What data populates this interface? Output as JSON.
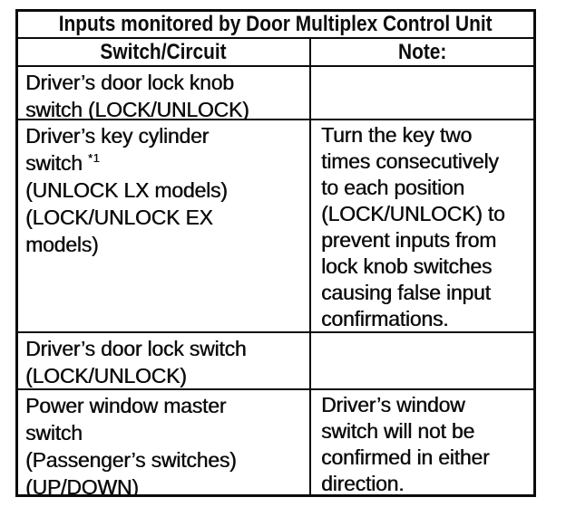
{
  "table": {
    "title": "Inputs monitored by Door Multiplex Control Unit",
    "columns": {
      "switch": "Switch/Circuit",
      "note": "Note:"
    },
    "rows": [
      {
        "switch": "Driver’s door lock knob\nswitch (LOCK/UNLOCK)",
        "note": ""
      },
      {
        "switch_before": "Driver’s key cylinder\nswitch ",
        "switch_sup": "*1",
        "switch_after": "\n(UNLOCK LX models)\n(LOCK/UNLOCK EX\nmodels)",
        "note": "Turn the key two\ntimes consecutively\nto each position\n(LOCK/UNLOCK) to\nprevent inputs from\nlock knob switches\ncausing false input\nconfirmations."
      },
      {
        "switch": "Driver’s door lock switch\n(LOCK/UNLOCK)",
        "note": ""
      },
      {
        "switch": "Power window master\nswitch\n(Passenger’s switches)\n(UP/DOWN)",
        "note": "Driver’s window\nswitch will not be\nconfirmed in either\ndirection."
      }
    ]
  },
  "colors": {
    "border": "#0b0b0b",
    "text": "#0c0c0c",
    "background": "#ffffff"
  }
}
